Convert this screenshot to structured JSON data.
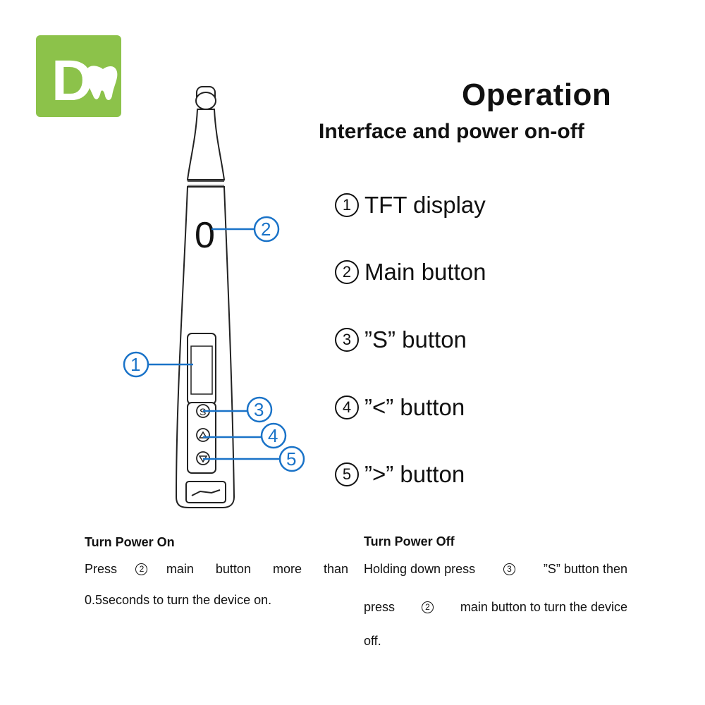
{
  "brand": {
    "logo_letter": "D",
    "logo_color": "#8cc24a"
  },
  "header": {
    "title": "Operation",
    "subtitle": "Interface and power on-off"
  },
  "legend": [
    {
      "num": "1",
      "label": "TFT display"
    },
    {
      "num": "2",
      "label": "Main button"
    },
    {
      "num": "3",
      "label": "”S” button"
    },
    {
      "num": "4",
      "label": "”<” button"
    },
    {
      "num": "5",
      "label": "”>” button"
    }
  ],
  "device": {
    "display_digit": "0",
    "button_s_symbol": "S",
    "callouts": [
      "1",
      "2",
      "3",
      "4",
      "5"
    ],
    "callout_color": "#1a73c8"
  },
  "power_on": {
    "heading": "Turn Power On",
    "line1_a": "Press",
    "line1_num": "2",
    "line1_b": "main button more than",
    "line2": "0.5seconds to turn the device on."
  },
  "power_off": {
    "heading": "Turn Power Off",
    "line1_a": "Holding down press",
    "line1_num": "3",
    "line1_b": "”S” button then",
    "line2_a": "press",
    "line2_num": "2",
    "line2_b": "main button to turn the device",
    "line3": "off."
  }
}
